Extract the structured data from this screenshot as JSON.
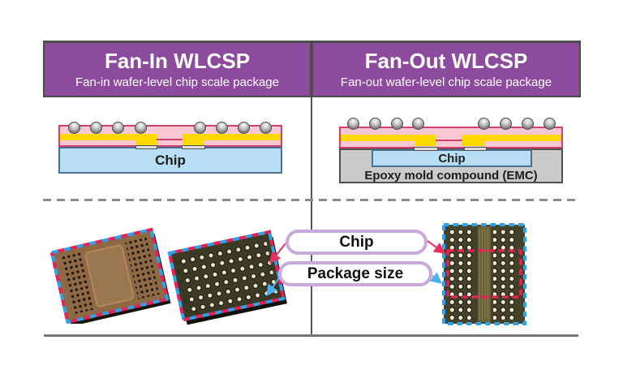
{
  "page": {
    "background": "#ffffff"
  },
  "panels": {
    "fan_in": {
      "title": "Fan-In WLCSP",
      "subtitle": "Fan-in wafer-level chip scale package",
      "cross_section": {
        "chip_label": "Chip"
      }
    },
    "fan_out": {
      "title": "Fan-Out WLCSP",
      "subtitle": "Fan-out wafer-level chip scale package",
      "cross_section": {
        "chip_label": "Chip",
        "emc_label": "Epoxy mold compound (EMC)"
      }
    }
  },
  "callouts": {
    "chip": {
      "label": "Chip",
      "arrow_color": "#e8315e",
      "outline_style": "red-dashed"
    },
    "package_size": {
      "label": "Package size",
      "arrow_color": "#4fb0ee",
      "outline_style": "blue-dashed"
    }
  },
  "colors": {
    "header_purple": "#8c4b9c",
    "header_border": "#4c4c4c",
    "pink_layer": "#f7c8d1",
    "pink_border": "#d04070",
    "rdl_yellow": "#ffd800",
    "chip_blue": "#b8def5",
    "chip_blue_border": "#49708e",
    "emc_gray": "#cbcac8",
    "callout_pill_border": "#c9a9d9",
    "package_outline_blue": "#2ea2e8",
    "chip_outline_red": "#e82057"
  }
}
